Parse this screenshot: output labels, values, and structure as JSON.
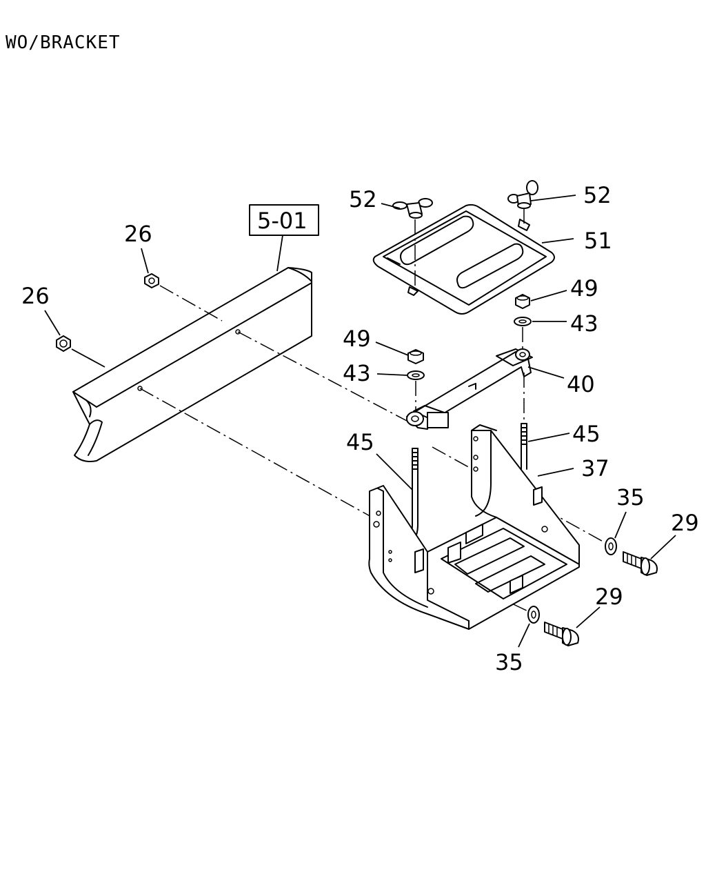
{
  "diagram": {
    "title": "WO/BRACKET",
    "reference_box": "5-01",
    "callouts": {
      "nut_26_a": "26",
      "nut_26_b": "26",
      "wing_nut_52_left": "52",
      "wing_nut_52_right": "52",
      "cover_51": "51",
      "nut_49_right": "49",
      "washer_43_right": "43",
      "nut_49_left": "49",
      "washer_43_left": "43",
      "clamp_40": "40",
      "rod_45_left": "45",
      "rod_45_right": "45",
      "bracket_37": "37",
      "washer_35_right": "35",
      "bolt_29_right": "29",
      "bolt_29_bottom": "29",
      "washer_35_bottom": "35"
    }
  }
}
